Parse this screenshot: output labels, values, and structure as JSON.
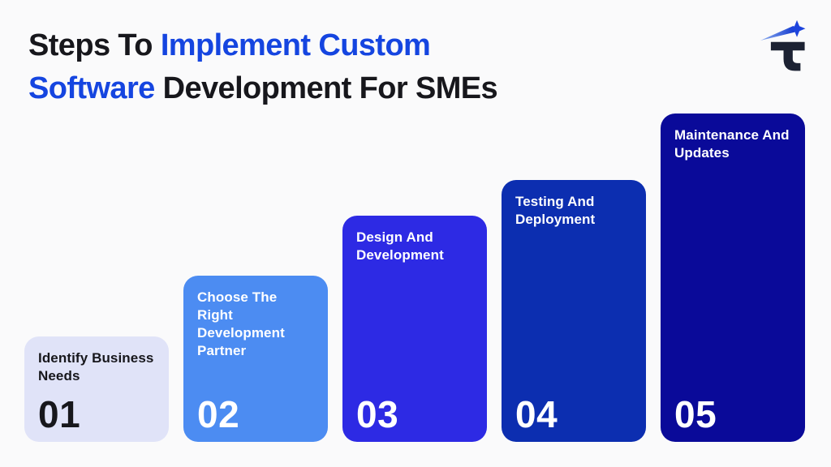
{
  "page": {
    "background": "#fafafb"
  },
  "header": {
    "title": {
      "line1": [
        {
          "text": "Steps To ",
          "color": "#17171c"
        },
        {
          "text": "Implement Custom",
          "color": "#1545e0"
        }
      ],
      "line2": [
        {
          "text": "Software",
          "color": "#1545e0"
        },
        {
          "text": " Development For SMEs",
          "color": "#17171c"
        }
      ]
    },
    "logo": {
      "name": "tau-comet-logo",
      "tau_color": "#1c2233",
      "comet_star_color": "#1d44dd",
      "comet_tail_start": "#8fb0f0",
      "comet_tail_end": "#1239cf"
    }
  },
  "steps": [
    {
      "number": "01",
      "label": "Identify Business Needs",
      "bg": "#e0e3f8",
      "fg": "#17171c"
    },
    {
      "number": "02",
      "label": "Choose The Right Development Partner",
      "bg": "#4c8cf2",
      "fg": "#ffffff"
    },
    {
      "number": "03",
      "label": "Design And Development",
      "bg": "#2d2ae4",
      "fg": "#ffffff"
    },
    {
      "number": "04",
      "label": "Testing And Deployment",
      "bg": "#0c2eb0",
      "fg": "#ffffff"
    },
    {
      "number": "05",
      "label": "Maintenance And Updates",
      "bg": "#0a0a99",
      "fg": "#ffffff"
    }
  ]
}
